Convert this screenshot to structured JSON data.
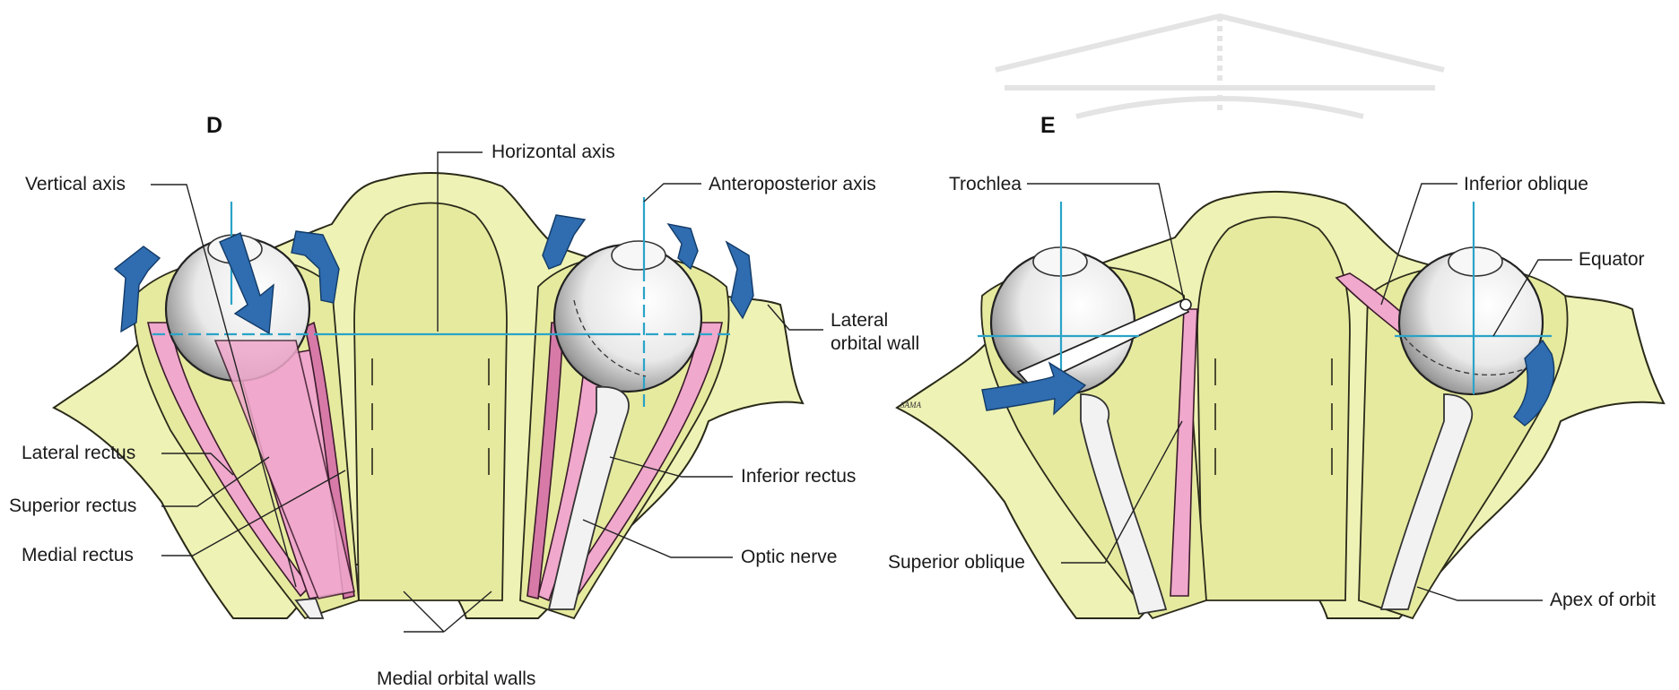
{
  "panels": {
    "d": {
      "letter": "D",
      "labels": {
        "vertical_axis": "Vertical axis",
        "horizontal_axis": "Horizontal axis",
        "anteroposterior_axis": "Anteroposterior axis",
        "lateral_orbital_wall_1": "Lateral",
        "lateral_orbital_wall_2": "orbital wall",
        "lateral_rectus": "Lateral rectus",
        "superior_rectus": "Superior rectus",
        "medial_rectus": "Medial rectus",
        "inferior_rectus": "Inferior rectus",
        "optic_nerve": "Optic nerve",
        "medial_orbital_walls": "Medial orbital walls"
      }
    },
    "e": {
      "letter": "E",
      "labels": {
        "trochlea": "Trochlea",
        "inferior_oblique": "Inferior oblique",
        "equator": "Equator",
        "superior_oblique": "Superior oblique",
        "apex_of_orbit": "Apex of orbit"
      },
      "signature": "SAMA"
    }
  },
  "colors": {
    "bone": "#eef2b4",
    "muscle": "#f0a8cc",
    "axis": "#2aa3c8",
    "rotation_arrow": "#2f6cb0"
  }
}
